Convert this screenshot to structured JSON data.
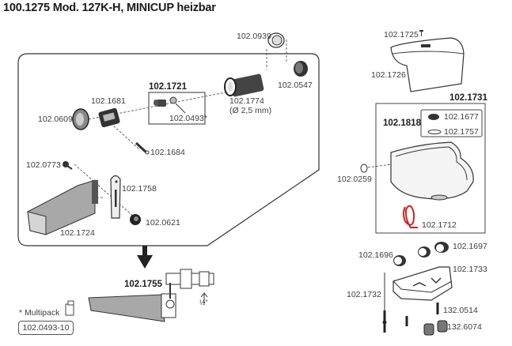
{
  "title": "100.1275 Mod. 127K-H, MINICUP heizbar",
  "parts": {
    "p0939": "102.0939",
    "p0547": "102.0547",
    "p1721": "102.1721",
    "p1681": "102.1681",
    "p0609": "102.0609",
    "p0493": "102.0493*",
    "p1774": "102.1774",
    "p1774_note": "(Ø 2,5 mm)",
    "p1684": "102.1684",
    "p0773": "102.0773",
    "p1758": "102.1758",
    "p1724": "102.1724",
    "p0621": "102.0621",
    "p1755": "102.1755",
    "thread": "½\"",
    "p1725": "102.1725",
    "p1726": "102.1726",
    "p1731": "102.1731",
    "p1818": "102.1818",
    "p1677": "102.1677",
    "p1757": "102.1757",
    "p0259": "102.0259",
    "p1712": "102.1712",
    "p1696": "102.1696",
    "p1697": "102.1697",
    "p1733": "102.1733",
    "p1732": "102.1732",
    "p0514": "132.0514",
    "p6074": "132.6074"
  },
  "multipack": {
    "label": "* Multipack",
    "code": "102.0493-10"
  },
  "colors": {
    "heater_wire": "#d42020",
    "line": "#333333",
    "fill_gray": "#b8b8b8"
  }
}
